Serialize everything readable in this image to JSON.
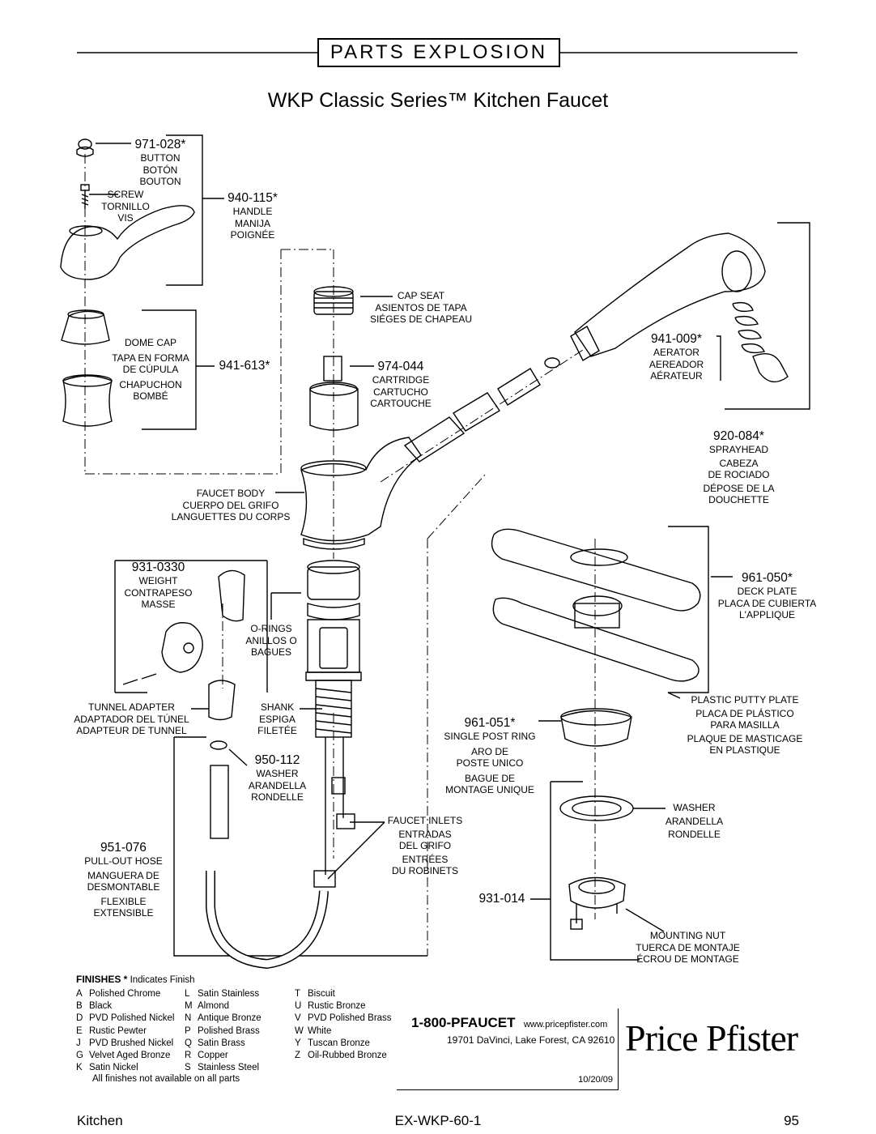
{
  "header": {
    "title": "PARTS EXPLOSION",
    "subtitle": "WKP Classic Series™ Kitchen Faucet"
  },
  "parts": [
    {
      "id": "button",
      "number": "971-028*",
      "names": [
        "BUTTON",
        "BOTÓN",
        "BOUTON"
      ]
    },
    {
      "id": "screw",
      "number": "",
      "names": [
        "SCREW",
        "TORNILLO",
        "VIS"
      ]
    },
    {
      "id": "handle",
      "number": "940-115*",
      "names": [
        "HANDLE",
        "MANIJA",
        "POIGNÉE"
      ]
    },
    {
      "id": "dome-cap",
      "number": "",
      "names": [
        "DOME CAP",
        "TAPA EN FORMA",
        "DE CÚPULA",
        "CHAPUCHON",
        "BOMBÉ"
      ]
    },
    {
      "id": "dome-cap-number",
      "number": "941-613*",
      "names": []
    },
    {
      "id": "cap-seat",
      "number": "",
      "names": [
        "CAP SEAT",
        "ASIENTOS DE TAPA",
        "SIÉGES DE CHAPEAU"
      ]
    },
    {
      "id": "cartridge",
      "number": "974-044",
      "names": [
        "CARTRIDGE",
        "CARTUCHO",
        "CARTOUCHE"
      ]
    },
    {
      "id": "aerator",
      "number": "941-009*",
      "names": [
        "AERATOR",
        "AEREADOR",
        "AÉRATEUR"
      ]
    },
    {
      "id": "sprayhead",
      "number": "920-084*",
      "names": [
        "SPRAYHEAD",
        "CABEZA",
        "DE ROCIADO",
        "DÉPOSE DE LA",
        "DOUCHETTE"
      ]
    },
    {
      "id": "faucet-body",
      "number": "",
      "names": [
        "FAUCET BODY",
        "CUERPO DEL GRIFO",
        "LANGUETTES DU CORPS"
      ]
    },
    {
      "id": "weight",
      "number": "931-0330",
      "names": [
        "WEIGHT",
        "CONTRAPESO",
        "MASSE"
      ]
    },
    {
      "id": "o-rings",
      "number": "",
      "names": [
        "O-RINGS",
        "ANILLOS O",
        "BAGUES"
      ]
    },
    {
      "id": "deck-plate",
      "number": "961-050*",
      "names": [
        "DECK PLATE",
        "PLACA DE CUBIERTA",
        "L'APPLIQUE"
      ]
    },
    {
      "id": "tunnel-adapter",
      "number": "",
      "names": [
        "TUNNEL ADAPTER",
        "ADAPTADOR DEL TÚNEL",
        "ADAPTEUR DE TUNNEL"
      ]
    },
    {
      "id": "shank",
      "number": "",
      "names": [
        "SHANK",
        "ESPIGA",
        "FILETÉE"
      ]
    },
    {
      "id": "putty-plate",
      "number": "",
      "names": [
        "PLASTIC PUTTY PLATE",
        "PLACA DE PLÁSTICO",
        "PARA MASILLA",
        "PLAQUE DE MASTICAGE",
        "EN PLASTIQUE"
      ]
    },
    {
      "id": "post-ring",
      "number": "961-051*",
      "names": [
        "SINGLE POST RING",
        "ARO DE",
        "POSTE UNICO",
        "BAGUE DE",
        "MONTAGE UNIQUE"
      ]
    },
    {
      "id": "washer-hose",
      "number": "950-112",
      "names": [
        "WASHER",
        "ARANDELLA",
        "RONDELLE"
      ]
    },
    {
      "id": "washer-mount",
      "number": "",
      "names": [
        "WASHER",
        "ARANDELLA",
        "RONDELLE"
      ]
    },
    {
      "id": "faucet-inlets",
      "number": "",
      "names": [
        "FAUCET INLETS",
        "ENTRADAS",
        "DEL GRIFO",
        "ENTRÉES",
        "DU ROBINETS"
      ]
    },
    {
      "id": "hose",
      "number": "951-076",
      "names": [
        "PULL-OUT HOSE",
        "MANGUERA DE",
        "DESMONTABLE",
        "FLEXIBLE",
        "EXTENSIBLE"
      ]
    },
    {
      "id": "mount-number",
      "number": "931-014",
      "names": []
    },
    {
      "id": "mounting-nut",
      "number": "",
      "names": [
        "MOUNTING NUT",
        "TUERCA DE MONTAJE",
        "ÉCROU DE MONTAGE"
      ]
    }
  ],
  "finishes": {
    "title": "FINISHES *",
    "note": "Indicates Finish",
    "columns": [
      [
        [
          "A",
          "Polished Chrome"
        ],
        [
          "B",
          "Black"
        ],
        [
          "D",
          "PVD Polished Nickel"
        ],
        [
          "E",
          "Rustic Pewter"
        ],
        [
          "J",
          "PVD Brushed Nickel"
        ],
        [
          "G",
          "Velvet Aged Bronze"
        ],
        [
          "K",
          "Satin Nickel"
        ]
      ],
      [
        [
          "L",
          "Satin Stainless"
        ],
        [
          "M",
          "Almond"
        ],
        [
          "N",
          "Antique Bronze"
        ],
        [
          "P",
          "Polished Brass"
        ],
        [
          "Q",
          "Satin Brass"
        ],
        [
          "R",
          "Copper"
        ],
        [
          "S",
          "Stainless Steel"
        ]
      ],
      [
        [
          "T",
          "Biscuit"
        ],
        [
          "U",
          "Rustic Bronze"
        ],
        [
          "V",
          "PVD Polished Brass"
        ],
        [
          "W",
          "White"
        ],
        [
          "Y",
          "Tuscan Bronze"
        ],
        [
          "Z",
          "Oil-Rubbed Bronze"
        ]
      ]
    ],
    "footnote": "All finishes not available on all parts"
  },
  "contact": {
    "phone": "1-800-PFAUCET",
    "web": "www.pricepfister.com",
    "address": "19701 DaVinci, Lake Forest, CA  92610",
    "date": "10/20/09"
  },
  "brand": "Price Pfister",
  "footer": {
    "left": "Kitchen",
    "center": "EX-WKP-60-1",
    "right": "95"
  }
}
